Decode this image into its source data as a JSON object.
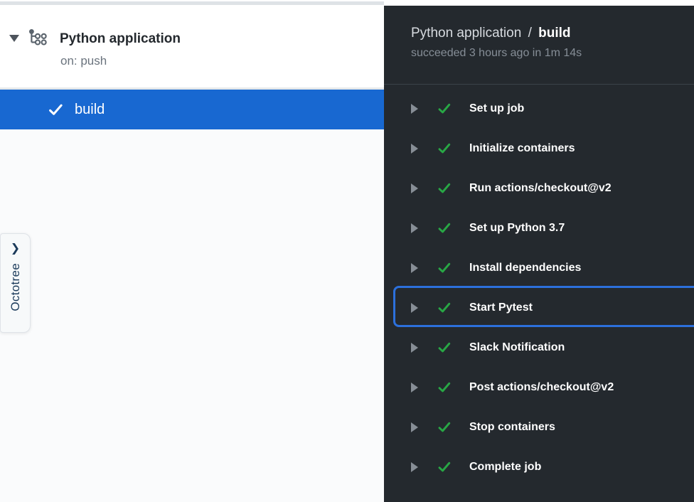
{
  "sidebar": {
    "workflow": {
      "name": "Python application",
      "trigger": "on: push",
      "expanded": true
    },
    "jobs": [
      {
        "name": "build",
        "status": "success",
        "selected": true
      }
    ],
    "octotree": {
      "label": "Octotree",
      "chevron": "❯"
    }
  },
  "panel": {
    "breadcrumb": {
      "workflow": "Python application",
      "separator": "/",
      "job": "build"
    },
    "status_line": "succeeded 3 hours ago in 1m 14s",
    "steps": [
      {
        "label": "Set up job",
        "status": "success",
        "expanded": false
      },
      {
        "label": "Initialize containers",
        "status": "success",
        "expanded": false
      },
      {
        "label": "Run actions/checkout@v2",
        "status": "success",
        "expanded": false
      },
      {
        "label": "Set up Python 3.7",
        "status": "success",
        "expanded": false
      },
      {
        "label": "Install dependencies",
        "status": "success",
        "expanded": false
      },
      {
        "label": "Start Pytest",
        "status": "success",
        "expanded": false,
        "highlighted": true
      },
      {
        "label": "Slack Notification",
        "status": "success",
        "expanded": false
      },
      {
        "label": "Post actions/checkout@v2",
        "status": "success",
        "expanded": false
      },
      {
        "label": "Stop containers",
        "status": "success",
        "expanded": false
      },
      {
        "label": "Complete job",
        "status": "success",
        "expanded": false
      }
    ]
  },
  "icons": {
    "workflow_collapse": "triangle-down",
    "workflow": "workflow-graph",
    "job_success": "check",
    "step_expand": "triangle-right",
    "step_success": "check",
    "octotree_chevron": "chevron-right"
  },
  "colors": {
    "selected_job_bg": "#1868d1",
    "panel_bg": "#24292e",
    "success_green": "#28a745",
    "focus_ring_blue": "#2c70dc",
    "muted_gray": "#868e97",
    "octotree_text": "#1b3a5a"
  }
}
